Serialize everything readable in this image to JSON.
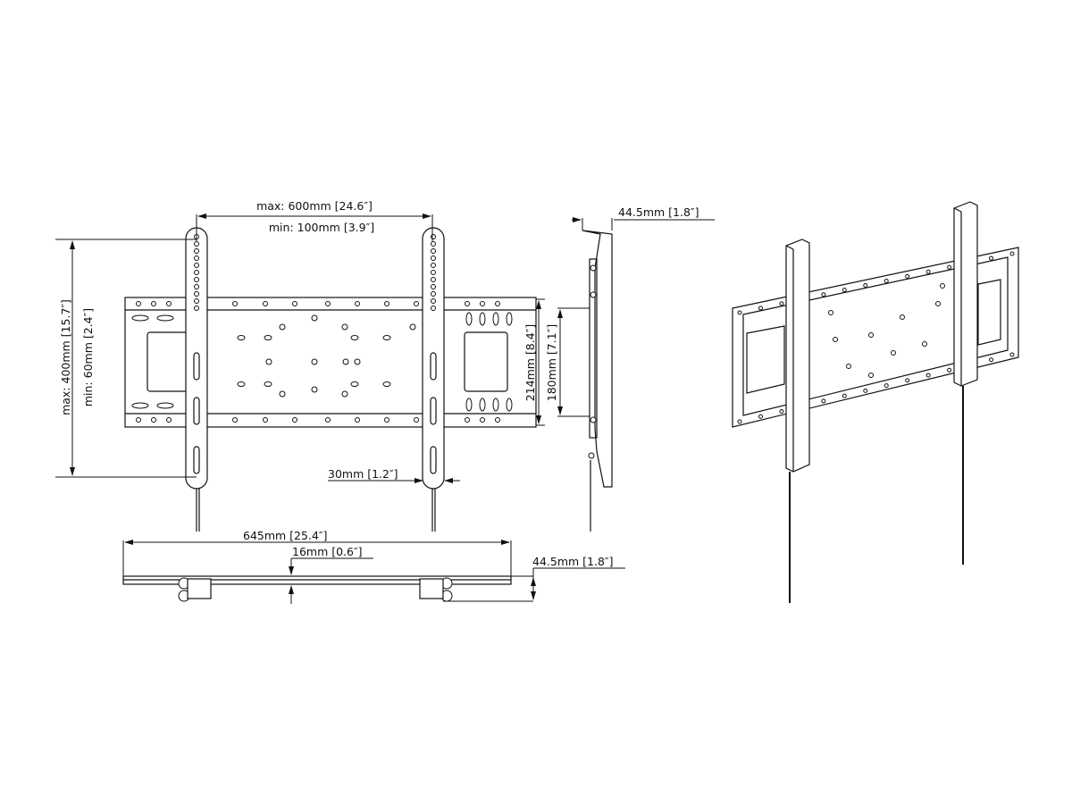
{
  "front_view": {
    "width_max": "max: 600mm  [24.6″]",
    "width_min": "min: 100mm  [3.9″]",
    "height_max": "max: 400mm  [15.7″]",
    "height_min": "min: 60mm  [2.4″]",
    "plate_height": "214mm  [8.4″]",
    "rail_offset": "30mm  [1.2″]"
  },
  "side_view": {
    "depth": "44.5mm  [1.8″]",
    "rail_height": "180mm  [7.1″]"
  },
  "bottom_view": {
    "width": "645mm  [25.4″]",
    "plate_depth": "16mm  [0.6″]",
    "total_depth": "44.5mm  [1.8″]"
  }
}
